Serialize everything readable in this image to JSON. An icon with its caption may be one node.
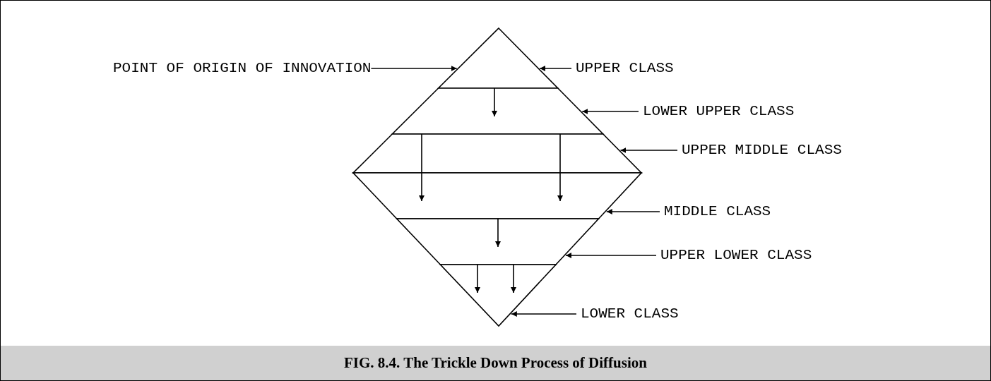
{
  "diagram": {
    "caption": "FIG. 8.4. The Trickle Down Process of Diffusion",
    "nodes": [
      {
        "text": [
          "POINT OF ORIGIN OF INNOVATION"
        ]
      },
      {
        "text": [],
        "shape": "triangle"
      },
      {
        "text": [
          "UPPER CLASS"
        ]
      },
      {
        "text": [],
        "shape": "band"
      },
      {
        "text": [
          "LOWER UPPER CLASS"
        ]
      },
      {
        "text": [],
        "shape": "band"
      },
      {
        "text": [
          "UPPER MIDDLE CLASS"
        ]
      },
      {
        "text": [],
        "shape": "band"
      },
      {
        "text": [
          "MIDDLE CLASS"
        ]
      },
      {
        "text": [],
        "shape": "band"
      },
      {
        "text": [
          "UPPER LOWER CLASS"
        ]
      },
      {
        "text": [],
        "shape": "triangle"
      },
      {
        "text": [
          "LOWER CLASS"
        ]
      }
    ],
    "edges": [
      {
        "from": 0,
        "to": 1,
        "arrow": "to"
      },
      {
        "from": 2,
        "to": 1,
        "arrow": "to"
      },
      {
        "from": 4,
        "to": 3,
        "arrow": "to"
      },
      {
        "from": 6,
        "to": 5,
        "arrow": "to"
      },
      {
        "from": 8,
        "to": 7,
        "arrow": "to"
      },
      {
        "from": 10,
        "to": 9,
        "arrow": "to"
      },
      {
        "from": 12,
        "to": 11,
        "arrow": "to"
      },
      {
        "from": 1,
        "to": 3,
        "arrow": "to"
      },
      {
        "from": 5,
        "to": 7,
        "arrow": "to"
      },
      {
        "from": 5,
        "to": 7,
        "arrow": "to"
      },
      {
        "from": 7,
        "to": 9,
        "arrow": "to"
      },
      {
        "from": 9,
        "to": 11,
        "arrow": "to"
      },
      {
        "from": 9,
        "to": 11,
        "arrow": "to"
      }
    ]
  }
}
